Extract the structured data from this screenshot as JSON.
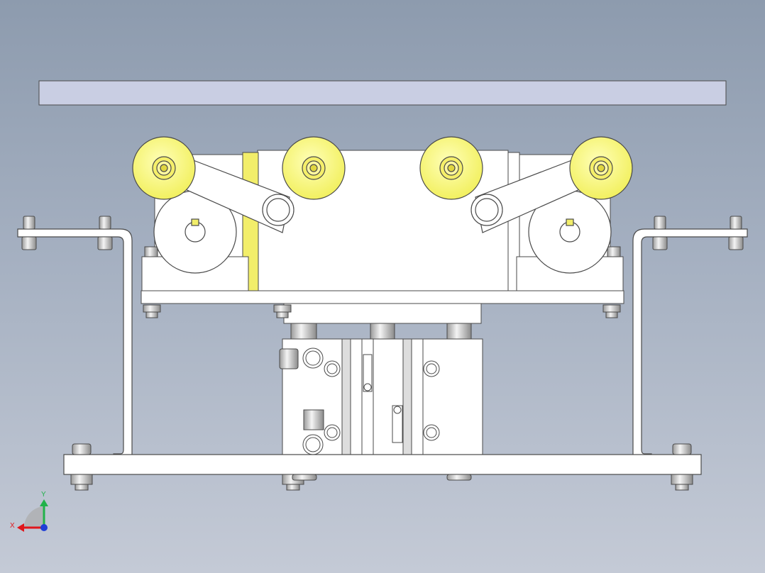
{
  "viewport": {
    "background_top": "#8d9bae",
    "background_bottom": "#c4cad6"
  },
  "colors": {
    "part_fill": "#ffffff",
    "part_stroke": "#4a4a4a",
    "wheel_yellow": "#fafa8a",
    "wheel_hub": "#e6d84a",
    "panel_fill": "#c9cee3",
    "axis_x": "#e0161b",
    "axis_y": "#21b24a",
    "axis_z": "#1f3fd6"
  },
  "triad": {
    "x_label": "X",
    "y_label": "Y"
  },
  "parts": [
    {
      "name": "top-panel"
    },
    {
      "name": "roller-wheel",
      "count": 4
    },
    {
      "name": "idler-roller",
      "count": 2
    },
    {
      "name": "pivot-arm",
      "count": 2
    },
    {
      "name": "mounting-bracket",
      "count": 2
    },
    {
      "name": "base-plate"
    },
    {
      "name": "pneumatic-cylinder"
    }
  ]
}
